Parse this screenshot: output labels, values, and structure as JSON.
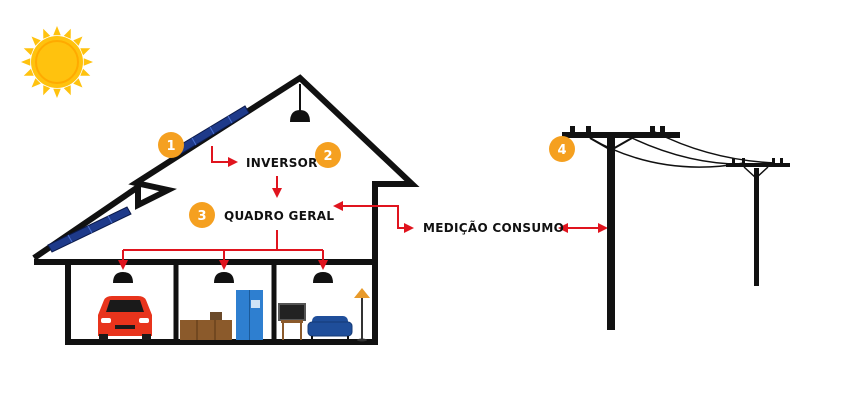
{
  "labels": {
    "inversor": "INVERSOR",
    "quadro": "QUADRO GERAL",
    "medicao": "MEDIÇÃO CONSUMO"
  },
  "badges": [
    "1",
    "2",
    "3",
    "4"
  ],
  "icons": [
    "sun-icon",
    "solar-panel-icon",
    "ceiling-lamp-icon",
    "car-icon",
    "refrigerator-icon",
    "tv-icon",
    "sofa-icon",
    "floor-lamp-icon",
    "cabinet-icon",
    "utility-pole-icon"
  ],
  "colors": {
    "badge": "#F5A020",
    "arrow": "#E0141E",
    "outline": "#111111",
    "sun": "#FFC20E",
    "panel": "#1E3A8A",
    "car": "#E8341C",
    "fridge": "#2E7FD0",
    "sofa": "#1F4E9A",
    "cabinet": "#8B5A2B"
  }
}
